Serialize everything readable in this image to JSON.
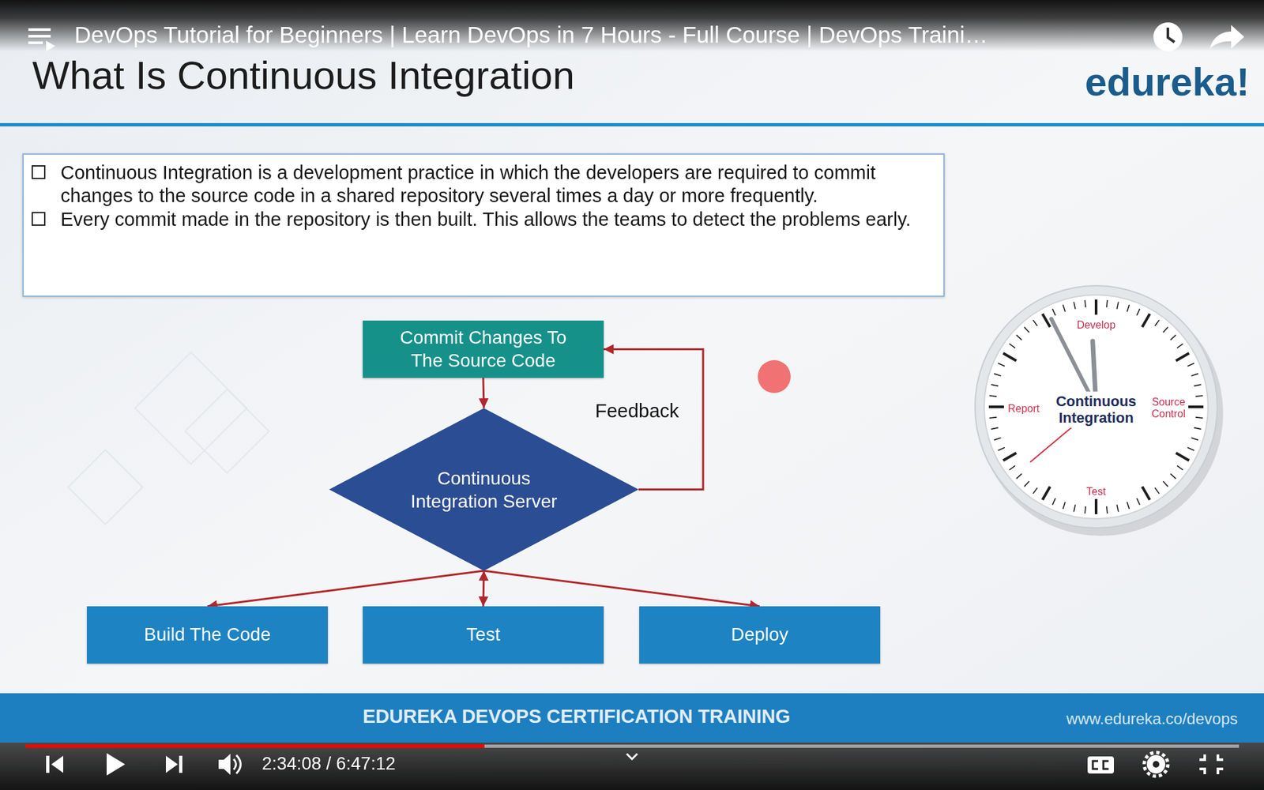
{
  "diagram": {
    "title": "What Is Continuous Integration",
    "nodes": [
      {
        "text": [
          "Continuous Integration is a development practice in which the developers are required to commit changes to the source code in a shared repository several times a day or more frequently.",
          "Every commit made in the repository is then built. This allows the teams to detect the problems early."
        ]
      },
      {
        "text": [
          "Commit Changes To The Source Code"
        ]
      },
      {
        "text": [
          "Continuous Integration Server"
        ]
      },
      {
        "text": [
          "Build The Code"
        ]
      },
      {
        "text": [
          "Test"
        ]
      },
      {
        "text": [
          "Deploy"
        ]
      },
      {
        "text": [
          "Continuous Integration",
          "Develop",
          "Source Control",
          "Test",
          "Report"
        ]
      },
      {
        "text": [
          "EDUREKA DEVOPS CERTIFICATION TRAINING",
          "www.edureka.co/devops"
        ]
      }
    ],
    "edges": [
      {
        "from": 1,
        "to": 2,
        "arrow": "to"
      },
      {
        "from": 2,
        "to": 1,
        "label": "Feedback",
        "arrow": "to"
      },
      {
        "from": 2,
        "to": 3,
        "arrow": "to"
      },
      {
        "from": 2,
        "to": 4,
        "arrow": "both"
      },
      {
        "from": 2,
        "to": 5,
        "arrow": "to"
      }
    ],
    "labels": [
      "DevOps Tutorial for Beginners | Learn DevOps in 7 Hours - Full Course | DevOps Traini…",
      "edureka!",
      "2:34:08 / 6:47:12"
    ]
  }
}
